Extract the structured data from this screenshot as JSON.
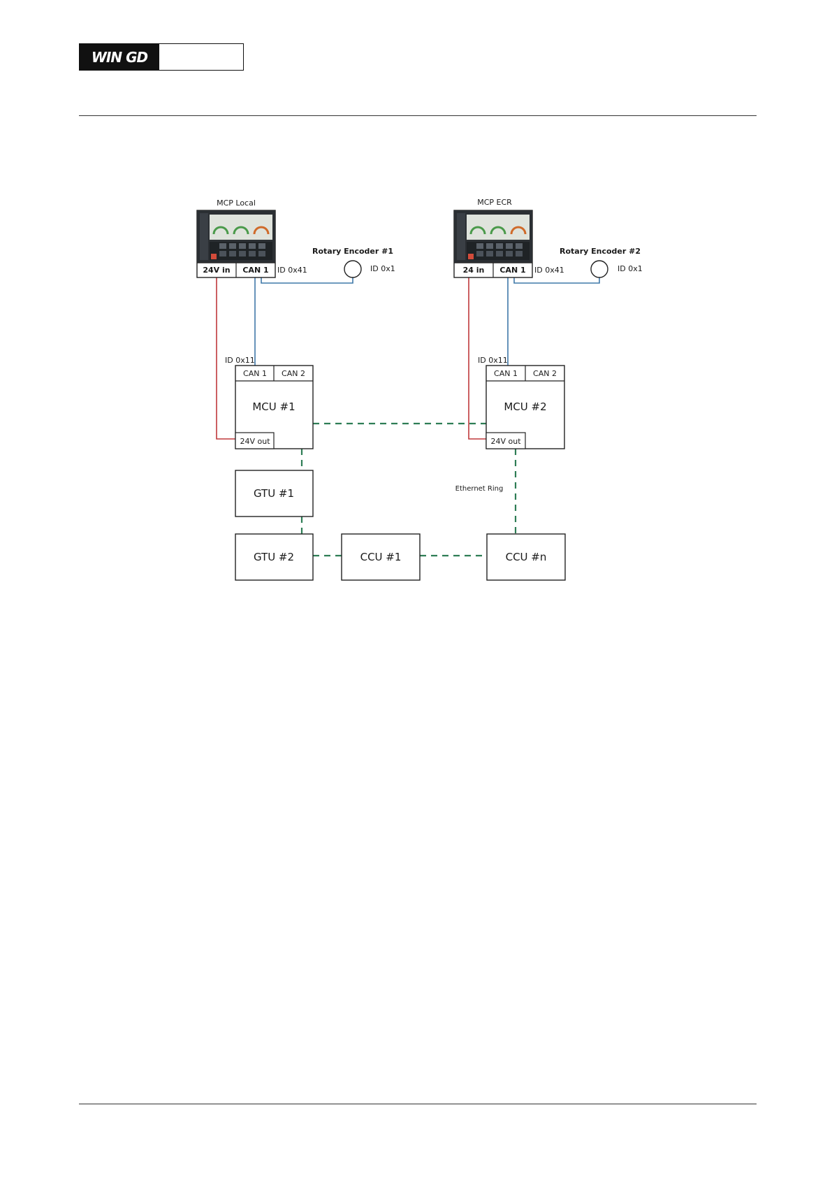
{
  "header": {
    "logo_text": "WIN GD"
  },
  "diagram": {
    "mcp_local": {
      "title": "MCP Local",
      "port_power": "24V in",
      "port_can": "CAN 1",
      "id": "ID 0x41"
    },
    "mcp_ecr": {
      "title": "MCP ECR",
      "port_power": "24 in",
      "port_can": "CAN 1",
      "id": "ID 0x41"
    },
    "encoder1": {
      "title": "Rotary Encoder #1",
      "id": "ID 0x1"
    },
    "encoder2": {
      "title": "Rotary Encoder #2",
      "id": "ID 0x1"
    },
    "mcu1": {
      "name": "MCU #1",
      "can1": "CAN 1",
      "can2": "CAN 2",
      "power_out": "24V out",
      "id": "ID 0x11"
    },
    "mcu2": {
      "name": "MCU #2",
      "can1": "CAN 1",
      "can2": "CAN 2",
      "power_out": "24V out",
      "id": "ID 0x11"
    },
    "gtu1": {
      "name": "GTU #1"
    },
    "gtu2": {
      "name": "GTU #2"
    },
    "ccu1": {
      "name": "CCU #1"
    },
    "ccun": {
      "name": "CCU #n"
    },
    "ethernet_label": "Ethernet Ring",
    "colors": {
      "power": "#c0393b",
      "can": "#3f78a8",
      "ethernet": "#2e7d55"
    }
  }
}
